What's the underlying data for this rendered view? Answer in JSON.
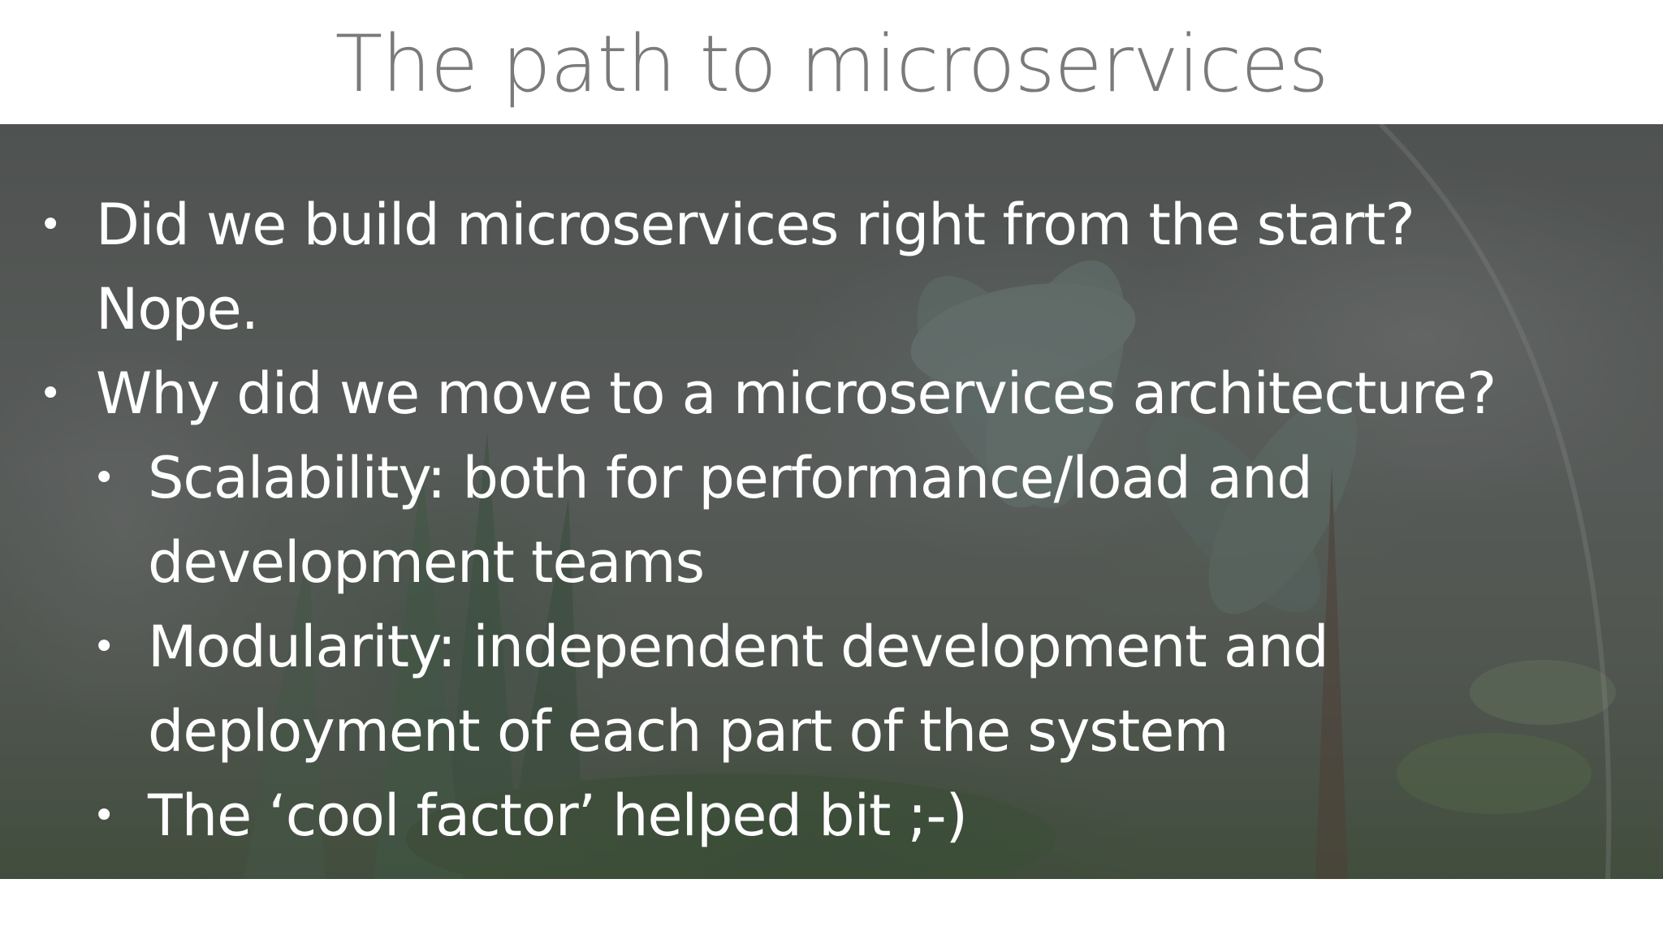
{
  "slide": {
    "title": "The path to microservices",
    "bullets": [
      {
        "level": 1,
        "lines": [
          "Did we build microservices right from the start?",
          "Nope."
        ]
      },
      {
        "level": 1,
        "lines": [
          "Why did we move to a microservices architecture?"
        ]
      },
      {
        "level": 2,
        "lines": [
          "Scalability: both for performance/load and",
          "development teams"
        ]
      },
      {
        "level": 2,
        "lines": [
          "Modularity: independent development and",
          "deployment of each part of the system"
        ]
      },
      {
        "level": 2,
        "lines": [
          "The ‘cool factor’ helped  bit ;-)"
        ]
      }
    ],
    "bullet_glyph": "•",
    "background_image": "succulent-terrarium-photo"
  },
  "colors": {
    "title": "#7a7a7a",
    "body_text": "#ffffff",
    "overlay": "#373737"
  }
}
